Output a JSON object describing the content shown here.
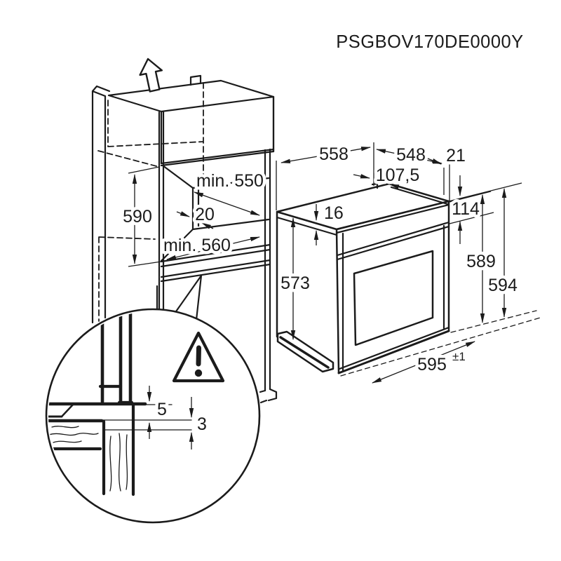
{
  "title": "PSGBOV170DE0000Y",
  "cabinet_dims": {
    "niche_height": "590",
    "niche_depth": "min. 550",
    "rear_gap": "20",
    "niche_width": "min. 560"
  },
  "oven_dims": {
    "depth_top": "558",
    "depth_body": "548",
    "front_overhang": "21",
    "top_offset": "107,5",
    "top_rim": "16",
    "panel_height": "114",
    "body_height": "573",
    "height_overall": "589",
    "height_front": "594",
    "width": "595",
    "width_tolerance": "±1"
  },
  "detail_dims": {
    "gap_top": "5",
    "gap_bottom": "3"
  },
  "icons": {
    "removal_direction": "up-arrow",
    "warning": "warning-triangle-exclamation"
  },
  "colors": {
    "line": "#1b1b1b",
    "background": "#ffffff"
  }
}
